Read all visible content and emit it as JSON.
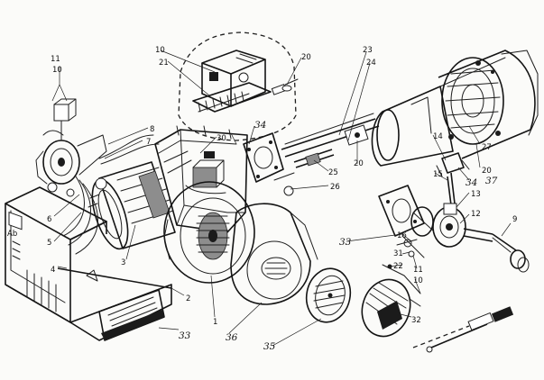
{
  "diagram": {
    "type": "exploded-parts-diagram",
    "callouts": [
      {
        "id": "c1",
        "text": "1"
      },
      {
        "id": "c2",
        "text": "2"
      },
      {
        "id": "c3",
        "text": "3"
      },
      {
        "id": "c4",
        "text": "4"
      },
      {
        "id": "c5",
        "text": "5"
      },
      {
        "id": "c6",
        "text": "6"
      },
      {
        "id": "c7",
        "text": "7"
      },
      {
        "id": "c8",
        "text": "8"
      },
      {
        "id": "c9",
        "text": "9"
      },
      {
        "id": "c10a",
        "text": "10"
      },
      {
        "id": "c10b",
        "text": "10"
      },
      {
        "id": "c10c",
        "text": "10"
      },
      {
        "id": "c11a",
        "text": "11"
      },
      {
        "id": "c11b",
        "text": "11"
      },
      {
        "id": "c12",
        "text": "12"
      },
      {
        "id": "c13",
        "text": "13"
      },
      {
        "id": "c14",
        "text": "14"
      },
      {
        "id": "c15",
        "text": "15"
      },
      {
        "id": "c16",
        "text": "16"
      },
      {
        "id": "c20a",
        "text": "20"
      },
      {
        "id": "c20b",
        "text": "20"
      },
      {
        "id": "c20c",
        "text": "20"
      },
      {
        "id": "c21",
        "text": "21"
      },
      {
        "id": "c22",
        "text": "22"
      },
      {
        "id": "c23",
        "text": "23"
      },
      {
        "id": "c24",
        "text": "24"
      },
      {
        "id": "c25",
        "text": "25"
      },
      {
        "id": "c26",
        "text": "26"
      },
      {
        "id": "c27",
        "text": "27"
      },
      {
        "id": "c30",
        "text": "30"
      },
      {
        "id": "c31",
        "text": "31"
      },
      {
        "id": "c32",
        "text": "32"
      },
      {
        "id": "h33a",
        "text": "33"
      },
      {
        "id": "h33b",
        "text": "33"
      },
      {
        "id": "h34a",
        "text": "34"
      },
      {
        "id": "h34b",
        "text": "34"
      },
      {
        "id": "h35",
        "text": "35"
      },
      {
        "id": "h36",
        "text": "36"
      },
      {
        "id": "h37",
        "text": "37"
      }
    ]
  }
}
